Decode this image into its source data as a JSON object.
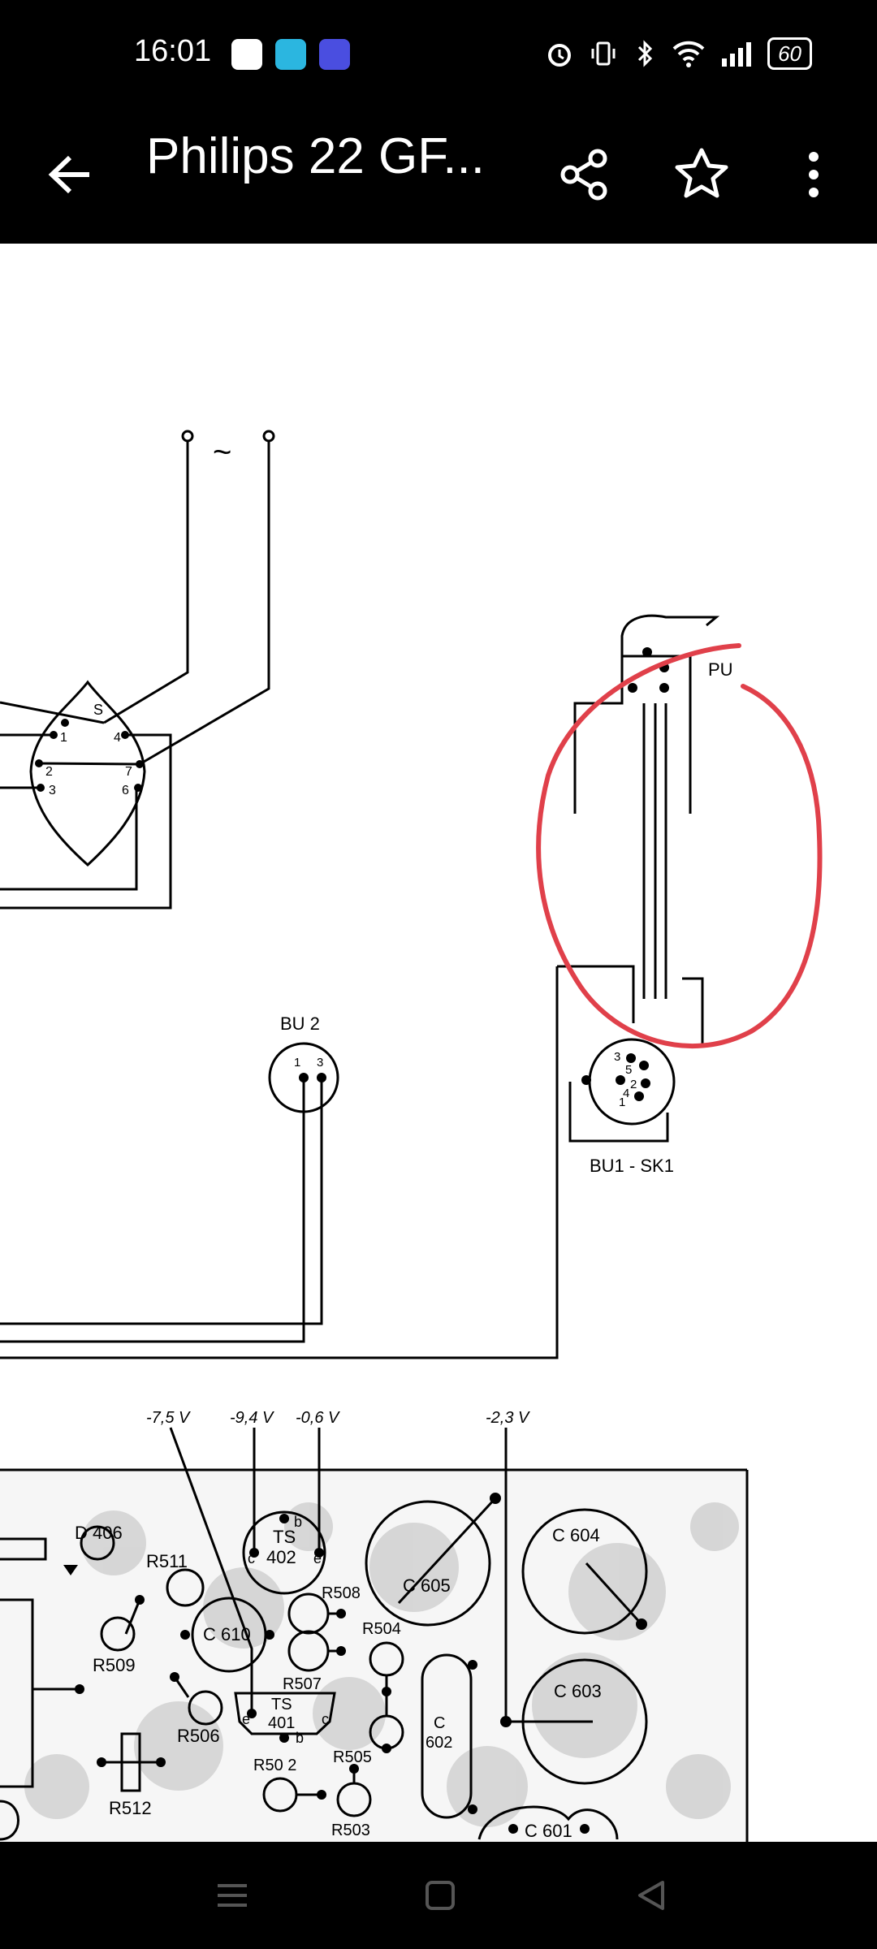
{
  "status_bar": {
    "time": "16:01",
    "battery": "60",
    "icons": [
      "alarm-icon",
      "vibrate-icon",
      "bluetooth-icon",
      "wifi-icon",
      "signal-icon",
      "battery-icon"
    ]
  },
  "toolbar": {
    "title": "Philips 22 GF...",
    "back_icon": "back-arrow-icon",
    "actions": [
      "share-icon",
      "star-icon",
      "more-vert-icon"
    ]
  },
  "schematic": {
    "tilde": "~",
    "pin_s": "S",
    "pins_left": [
      "1",
      "2",
      "3"
    ],
    "pins_right": [
      "4",
      "7",
      "6"
    ],
    "pu": "PU",
    "bu2": "BU 2",
    "bu2_pins": [
      "1",
      "3"
    ],
    "bu1_pins": [
      "3",
      "5",
      "2",
      "4",
      "1"
    ],
    "bu1": "BU1 - SK1"
  },
  "pcb": {
    "voltages": [
      "-7,5 V",
      "-9,4 V",
      "-0,6 V",
      "-2,3 V"
    ],
    "d406": "D 406",
    "r511": "R511",
    "ts402": "TS",
    "ts402_num": "402",
    "pin_b": "b",
    "pin_c": "c",
    "pin_e": "e",
    "c605": "C 605",
    "c604": "C 604",
    "r508": "R508",
    "r509": "R509",
    "c610": "C 610",
    "r504": "R504",
    "r507": "R507",
    "ts401": "TS",
    "ts401_num": "401",
    "c602_a": "C",
    "c602_b": "602",
    "c603": "C 603",
    "r506": "R506",
    "r505": "R505",
    "r502": "R50 2",
    "r512": "R512",
    "r503": "R503",
    "c601": "C 601"
  },
  "navbar": [
    "recents-icon",
    "home-icon",
    "back-icon"
  ],
  "colors": {
    "annotation": "#e0404a",
    "bar": "#000000",
    "page": "#ffffff"
  }
}
